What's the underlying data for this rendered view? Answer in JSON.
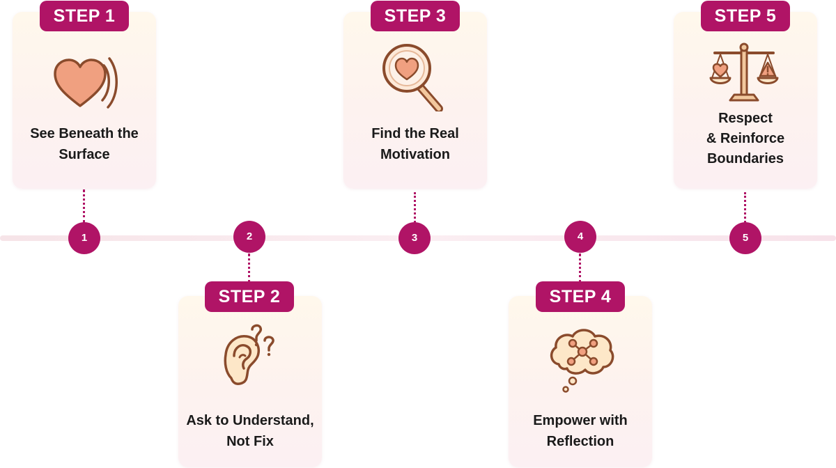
{
  "steps": [
    {
      "badge": "STEP 1",
      "number": "1",
      "title_lines": [
        "See Beneath the",
        "Surface"
      ],
      "icon": "heart-waves-icon"
    },
    {
      "badge": "STEP 2",
      "number": "2",
      "title_lines": [
        "Ask to Understand,",
        "Not Fix"
      ],
      "icon": "ear-question-icon"
    },
    {
      "badge": "STEP 3",
      "number": "3",
      "title_lines": [
        "Find the Real",
        "Motivation"
      ],
      "icon": "magnifier-heart-icon"
    },
    {
      "badge": "STEP 4",
      "number": "4",
      "title_lines": [
        "Empower with",
        "Reflection"
      ],
      "icon": "thought-cloud-network-icon"
    },
    {
      "badge": "STEP 5",
      "number": "5",
      "title_lines": [
        "Respect",
        "& Reinforce",
        "Boundaries"
      ],
      "icon": "balance-scale-icon"
    }
  ],
  "colors": {
    "accent": "#b01466",
    "icon_fill": "#f0a080",
    "icon_stroke": "#8a4b2c",
    "card_bg": "#fdf3ee"
  }
}
